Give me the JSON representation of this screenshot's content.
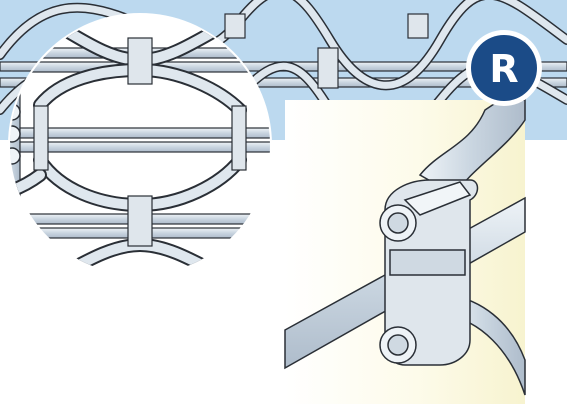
{
  "badge": {
    "letter": "R"
  },
  "colors": {
    "band_blue": "#bcd9ef",
    "wire_fill": "#cdd8e2",
    "wire_highlight": "#eef3f7",
    "outline": "#2a2f36",
    "clip_fill": "#dfe6ec",
    "badge_fill": "#1b4b87",
    "badge_ring": "#ffffff",
    "badge_text": "#ffffff",
    "detail_bg_left": "#ffffff",
    "detail_bg_right": "#f7f3cf"
  },
  "icons": {
    "badge": "r-badge-icon",
    "mesh": "wire-mesh-illustration",
    "clip": "clamp-clip-illustration"
  }
}
